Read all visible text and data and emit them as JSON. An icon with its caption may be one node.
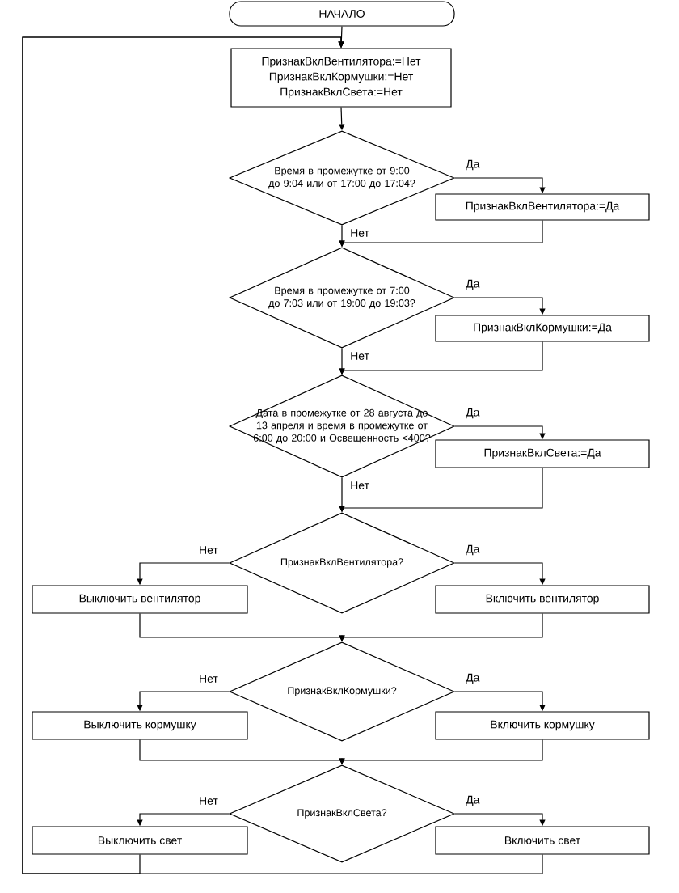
{
  "diagram": {
    "nodes": [
      {
        "text": [
          "НАЧАЛО"
        ]
      },
      {
        "text": [
          "ПризнакВклВентилятора:=Нет",
          "ПризнакВклКормушки:=Нет",
          "ПризнакВклСвета:=Нет"
        ]
      },
      {
        "text": [
          "Время в промежутке от 9:00 до 9:04 или от 17:00 до 17:04?"
        ]
      },
      {
        "text": [
          "ПризнакВклВентилятора:=Да"
        ]
      },
      {
        "text": [
          "Время в промежутке от 7:00 до 7:03 или от 19:00 до 19:03?"
        ]
      },
      {
        "text": [
          "ПризнакВклКормушки:=Да"
        ]
      },
      {
        "text": [
          "Дата в промежутке от 28 августа до 13 апреля и время в промежутке от 6:00 до 20:00 и Освещенность <400?"
        ]
      },
      {
        "text": [
          "ПризнакВклСвета:=Да"
        ]
      },
      {
        "text": [
          "ПризнакВклВентилятора?"
        ]
      },
      {
        "text": [
          "Выключить вентилятор"
        ]
      },
      {
        "text": [
          "Включить вентилятор"
        ]
      },
      {
        "text": [
          "ПризнакВклКормушки?"
        ]
      },
      {
        "text": [
          "Выключить кормушку"
        ]
      },
      {
        "text": [
          "Включить кормушку"
        ]
      },
      {
        "text": [
          "ПризнакВклСвета?"
        ]
      },
      {
        "text": [
          "Выключить свет"
        ]
      },
      {
        "text": [
          "Включить свет"
        ]
      }
    ],
    "edges": [
      {
        "from": 0,
        "to": 1,
        "arrow": "to"
      },
      {
        "from": 1,
        "to": 2,
        "arrow": "to"
      },
      {
        "from": 2,
        "to": 3,
        "arrow": "to",
        "label": "Да"
      },
      {
        "from": 2,
        "to": 4,
        "arrow": "to",
        "label": "Нет"
      },
      {
        "from": 3,
        "to": 4,
        "arrow": "to"
      },
      {
        "from": 4,
        "to": 5,
        "arrow": "to",
        "label": "Да"
      },
      {
        "from": 4,
        "to": 6,
        "arrow": "to",
        "label": "Нет"
      },
      {
        "from": 5,
        "to": 6,
        "arrow": "to"
      },
      {
        "from": 6,
        "to": 7,
        "arrow": "to",
        "label": "Да"
      },
      {
        "from": 6,
        "to": 8,
        "arrow": "to",
        "label": "Нет"
      },
      {
        "from": 7,
        "to": 8,
        "arrow": "to"
      },
      {
        "from": 8,
        "to": 9,
        "arrow": "to",
        "label": "Нет"
      },
      {
        "from": 8,
        "to": 10,
        "arrow": "to",
        "label": "Да"
      },
      {
        "from": 9,
        "to": 11,
        "arrow": "to"
      },
      {
        "from": 10,
        "to": 11,
        "arrow": "to"
      },
      {
        "from": 11,
        "to": 12,
        "arrow": "to",
        "label": "Нет"
      },
      {
        "from": 11,
        "to": 13,
        "arrow": "to",
        "label": "Да"
      },
      {
        "from": 12,
        "to": 14,
        "arrow": "to"
      },
      {
        "from": 13,
        "to": 14,
        "arrow": "to"
      },
      {
        "from": 14,
        "to": 15,
        "arrow": "to",
        "label": "Нет"
      },
      {
        "from": 14,
        "to": 16,
        "arrow": "to",
        "label": "Да"
      },
      {
        "from": 15,
        "to": 1,
        "arrow": "to"
      },
      {
        "from": 16,
        "to": 1,
        "arrow": "to"
      }
    ]
  }
}
